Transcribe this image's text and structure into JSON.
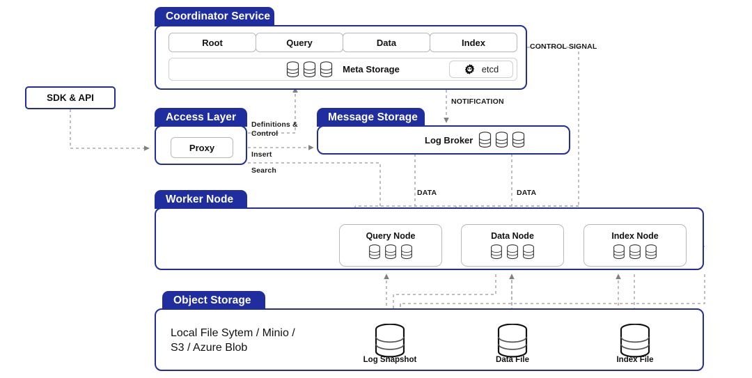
{
  "diagram": {
    "title": "Milvus architecture overview",
    "colors": {
      "group_header_blue": "#1f2d9e",
      "group_border_blue": "#1f2d9e",
      "subbox_border_gray": "#b9b9b9",
      "wire_gray": "#9a9a9a",
      "arrowhead_gray": "#808080",
      "text_black": "#111111",
      "background": "#ffffff"
    }
  },
  "sdk": {
    "label": "SDK & API"
  },
  "coordinator": {
    "title": "Coordinator Service",
    "coords": [
      {
        "label": "Root"
      },
      {
        "label": "Query"
      },
      {
        "label": "Data"
      },
      {
        "label": "Index"
      }
    ],
    "meta_storage": {
      "label": "Meta Storage",
      "cylinders": 3
    },
    "etcd": {
      "label": "etcd",
      "icon": "etcd-gear-icon"
    }
  },
  "access_layer": {
    "title": "Access Layer",
    "proxy": {
      "label": "Proxy"
    }
  },
  "message_storage": {
    "title": "Message Storage",
    "log_broker": {
      "label": "Log Broker",
      "cylinders": 3
    }
  },
  "worker_node": {
    "title": "Worker Node",
    "nodes": [
      {
        "label": "Query Node",
        "cylinders": 3
      },
      {
        "label": "Data Node",
        "cylinders": 3
      },
      {
        "label": "Index Node",
        "cylinders": 3
      }
    ]
  },
  "object_storage": {
    "title": "Object Storage",
    "backends": "Local File Sytem / Minio /\nS3 / Azure Blob",
    "files": [
      {
        "label": "Log Snapshot"
      },
      {
        "label": "Data File"
      },
      {
        "label": "Index File"
      }
    ]
  },
  "edge_labels": {
    "control_signal": "CONTROL SIGNAL",
    "notification": "NOTIFICATION",
    "definitions_control": "Definitions &\nControl",
    "insert": "Insert",
    "search": "Search",
    "data_left": "DATA",
    "data_right": "DATA"
  }
}
